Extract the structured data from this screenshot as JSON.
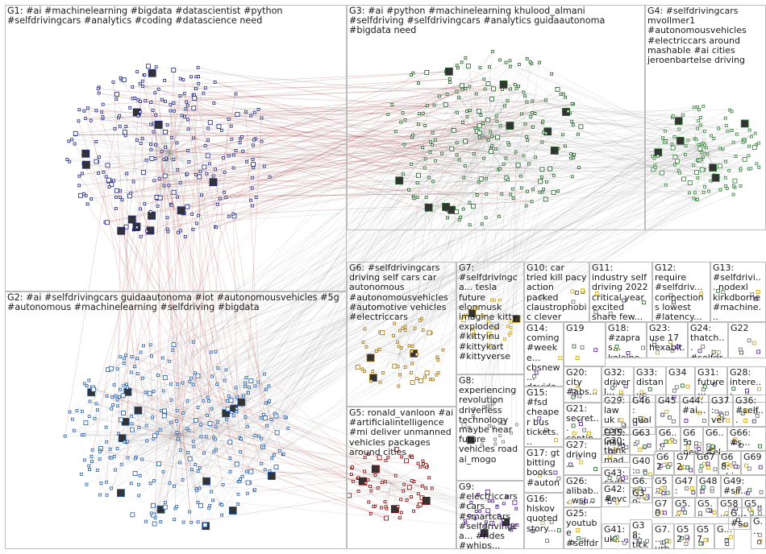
{
  "groups": [
    {
      "id": "G1",
      "label": "G1: #ai #machinelearning #bigdata #datascientist #python #selfdrivingcars #analytics #coding #datascience need",
      "color": "#1a237e"
    },
    {
      "id": "G2",
      "label": "G2: #ai #selfdrivingcars guidaautonoma #iot #autonomousvehicles #5g #autonomous #machinelearning #selfdriving #bigdata",
      "color": "#1565c0"
    },
    {
      "id": "G3",
      "label": "G3: #ai #python #machinelearning khulood_almani #selfdriving #selfdrivingcars #analytics guidaautonoma #bigdata need",
      "color": "#1b5e20"
    },
    {
      "id": "G4",
      "label": "G4: #selfdrivingcars mvollmer1 #autonomousvehicles #electriccars around mashable #ai cities jeroenbartelse driving",
      "color": "#33691e"
    },
    {
      "id": "G5",
      "label": "G5: ronald_vanloon #ai #artificialintelligence #mi deliver unmanned vehicles packages around cities",
      "color": "#7f0000"
    },
    {
      "id": "G6",
      "label": "G6: #selfdrivingcars driving self cars car autonomous #autonomousvehicles #automotive vehicles #electriccars",
      "color": "#8d6e00"
    },
    {
      "id": "G7",
      "label": "G7: #selfdrivingca... tesla future elonmusk imagine kitty exploded #kittyinu #kittykart #kittyverse",
      "color": "#c8a000"
    },
    {
      "id": "G8",
      "label": "G8: experiencing revolution driverless technology maybe near future vehicles road ai_mogo",
      "color": "#555555"
    },
    {
      "id": "G9",
      "label": "G9: #electriccars #cars #smartcars #selfdrivingca... #rides #whips...",
      "color": "#4a148c"
    },
    {
      "id": "G10",
      "label": "G10: car tried kill pacy action packed claustrophobic clever",
      "color": "#555555"
    },
    {
      "id": "G11",
      "label": "G11: industry self driving 2022 critical year excited share few...",
      "color": "#555555"
    },
    {
      "id": "G12",
      "label": "G12: require #selfdriv... connections lowest #latency...",
      "color": "#555555"
    },
    {
      "id": "G13",
      "label": "G13: #selfdrivi... nodexl kirkdborne #machine...",
      "color": "#555555"
    },
    {
      "id": "G14",
      "label": "G14: coming #weeke... cbsnew... davida...",
      "color": "#555555"
    },
    {
      "id": "G15",
      "label": "G15: #fsd cheaper bus tickets...",
      "color": "#555555"
    },
    {
      "id": "G16",
      "label": "G16: hiskov quoted story...",
      "color": "#555555"
    },
    {
      "id": "G17",
      "label": "G17: gt bitting books #auton...",
      "color": "#555555"
    },
    {
      "id": "G18",
      "label": "G18: #zapras... kolejne...",
      "color": "#555555"
    },
    {
      "id": "G19",
      "label": "G19",
      "color": "#555555"
    },
    {
      "id": "G20",
      "label": "G20: city #abs...",
      "color": "#555555"
    },
    {
      "id": "G21",
      "label": "G21: secret... continu...",
      "color": "#555555"
    },
    {
      "id": "G22",
      "label": "G22",
      "color": "#555555"
    },
    {
      "id": "G23",
      "label": "G23: use 17 hexabit...",
      "color": "#555555"
    },
    {
      "id": "G24",
      "label": "G24: thatch... #selfdr...",
      "color": "#555555"
    },
    {
      "id": "G25",
      "label": "G25: youtube #selfdr...",
      "color": "#555555"
    },
    {
      "id": "G26",
      "label": "G26: alibab... wsj...",
      "color": "#555555"
    },
    {
      "id": "G27",
      "label": "G27: driving...",
      "color": "#555555"
    },
    {
      "id": "G28",
      "label": "G28: intere...",
      "color": "#555555"
    },
    {
      "id": "G29",
      "label": "G29: law uk com...",
      "color": "#555555"
    },
    {
      "id": "G30",
      "label": "G30: think mad...",
      "color": "#555555"
    },
    {
      "id": "G31",
      "label": "G31: future...",
      "color": "#555555"
    },
    {
      "id": "G32",
      "label": "G32: driverl...",
      "color": "#555555"
    },
    {
      "id": "G33",
      "label": "G33: distan...",
      "color": "#555555"
    },
    {
      "id": "G34",
      "label": "G34",
      "color": "#555555"
    },
    {
      "id": "G35",
      "label": "G35: insu...",
      "color": "#555555"
    },
    {
      "id": "G36",
      "label": "G36: #self...",
      "color": "#555555"
    },
    {
      "id": "G37",
      "label": "G37: very...",
      "color": "#555555"
    },
    {
      "id": "G38",
      "label": "G38: tick...",
      "color": "#555555"
    },
    {
      "id": "G39",
      "label": "G39: #au...",
      "color": "#555555"
    },
    {
      "id": "G40",
      "label": "G40: way...",
      "color": "#555555"
    },
    {
      "id": "G41",
      "label": "G41: uk...",
      "color": "#555555"
    },
    {
      "id": "G42",
      "label": "G42: #evc...",
      "color": "#555555"
    },
    {
      "id": "G43",
      "label": "G43: cade...",
      "color": "#555555"
    },
    {
      "id": "G44",
      "label": "G44: #ai...",
      "color": "#555555"
    },
    {
      "id": "G45",
      "label": "G45",
      "color": "#555555"
    },
    {
      "id": "G46",
      "label": "G46: qual...",
      "color": "#555555"
    },
    {
      "id": "G47",
      "label": "G47: rea...",
      "color": "#555555"
    },
    {
      "id": "G48",
      "label": "G48: #el...",
      "color": "#555555"
    },
    {
      "id": "G49",
      "label": "G49: #sil...",
      "color": "#555555"
    },
    {
      "id": "G5b",
      "label": "G5... bla...",
      "color": "#555555"
    },
    {
      "id": "G5c",
      "label": "G5... rep...",
      "color": "#555555"
    },
    {
      "id": "G5d",
      "label": "G5... sql...",
      "color": "#555555"
    },
    {
      "id": "G52",
      "label": "G52",
      "color": "#555555"
    },
    {
      "id": "G57",
      "label": "G57",
      "color": "#555555"
    },
    {
      "id": "G58",
      "label": "G58...",
      "color": "#555555"
    },
    {
      "id": "G6b",
      "label": "G6... fsd...",
      "color": "#555555"
    },
    {
      "id": "G6c",
      "label": "G6... jim...",
      "color": "#555555"
    },
    {
      "id": "G6d",
      "label": "G6... #el...",
      "color": "#555555"
    },
    {
      "id": "G62",
      "label": "G62",
      "color": "#555555"
    },
    {
      "id": "G63",
      "label": "G63",
      "color": "#555555"
    },
    {
      "id": "G65",
      "label": "G65: nev...",
      "color": "#555555"
    },
    {
      "id": "G66",
      "label": "G66: #s...",
      "color": "#555555"
    },
    {
      "id": "G67",
      "label": "G67",
      "color": "#555555"
    },
    {
      "id": "G68",
      "label": "G68: chi...",
      "color": "#555555"
    },
    {
      "id": "G69",
      "label": "G69",
      "color": "#555555"
    },
    {
      "id": "G7b",
      "label": "G7... urb...",
      "color": "#555555"
    },
    {
      "id": "G70",
      "label": "G70",
      "color": "#555555"
    },
    {
      "id": "G72",
      "label": "G72: au...",
      "color": "#555555"
    },
    {
      "id": "G5e",
      "label": "G5...",
      "color": "#555555"
    },
    {
      "id": "G5f",
      "label": "G...",
      "color": "#555555"
    },
    {
      "id": "Gs",
      "label": "G... #s...",
      "color": "#555555"
    },
    {
      "id": "Gz",
      "label": "G...",
      "color": "#555555"
    }
  ]
}
